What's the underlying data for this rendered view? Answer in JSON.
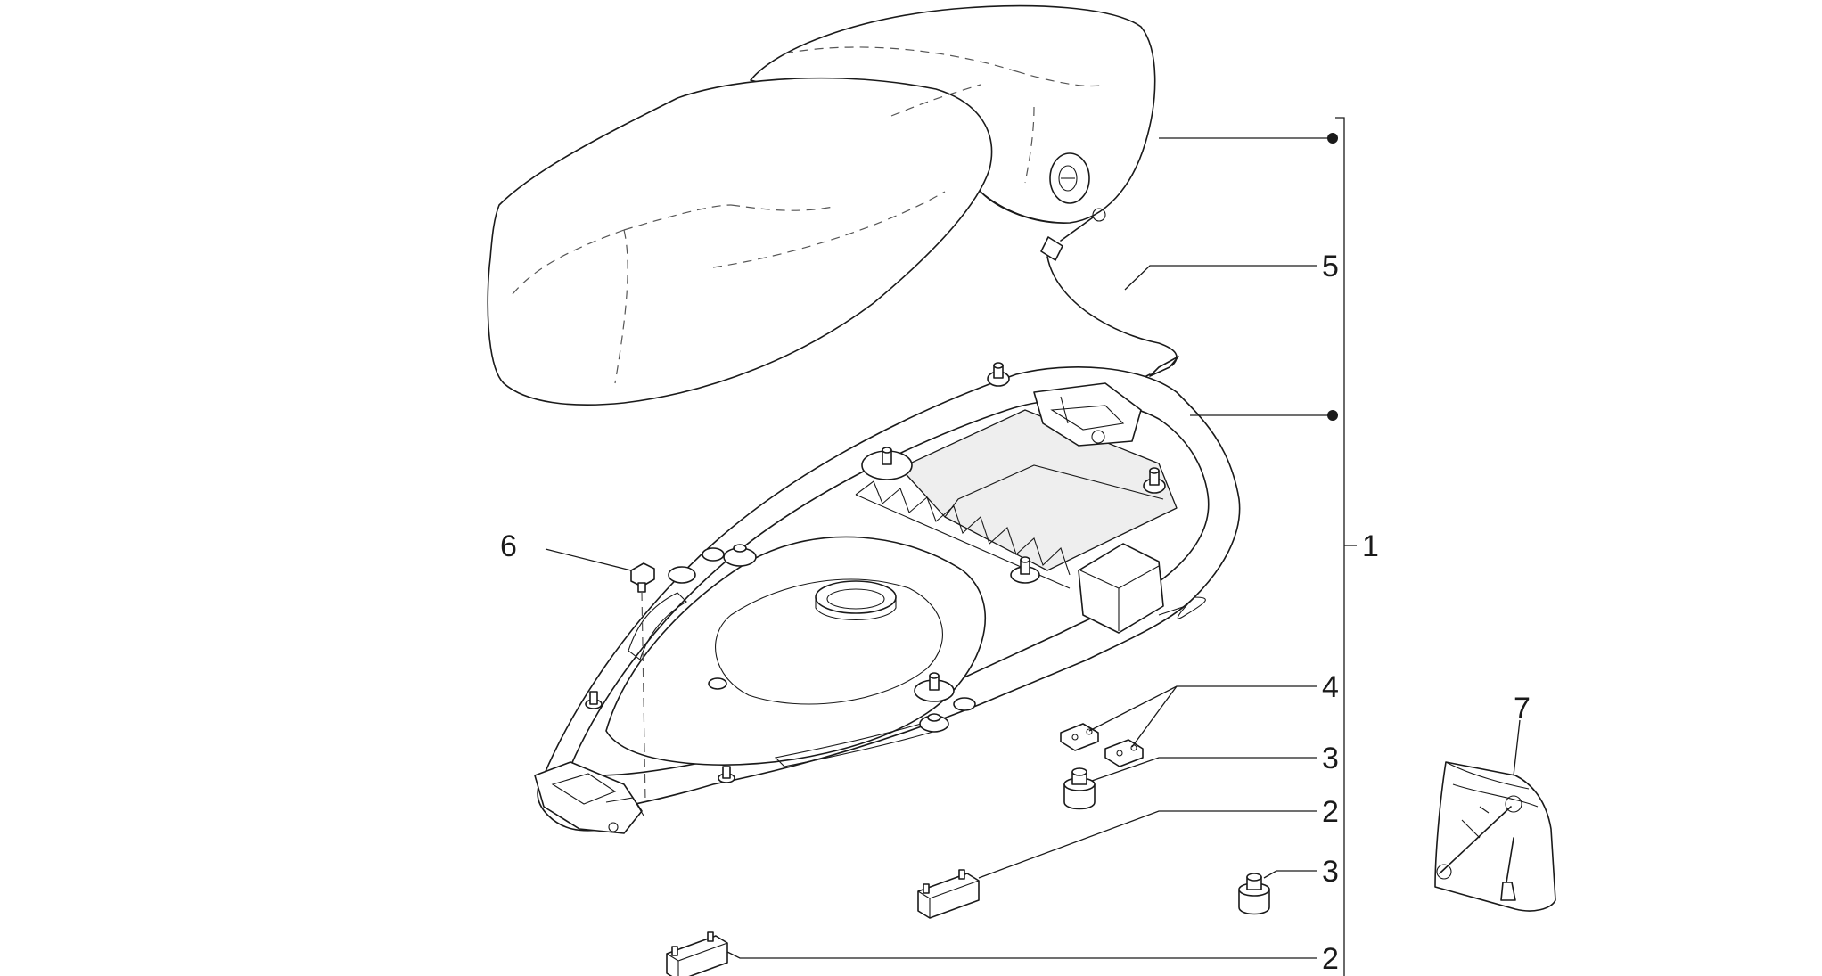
{
  "diagram": {
    "labels": {
      "seat_assembly": "1",
      "rubber_pad_front": "2",
      "rubber_pad_rear": "2",
      "buffer_right": "3",
      "buffer_lower": "3",
      "clip_nut": "4",
      "release_cable": "5",
      "screw": "6",
      "tool_kit": "7"
    }
  }
}
